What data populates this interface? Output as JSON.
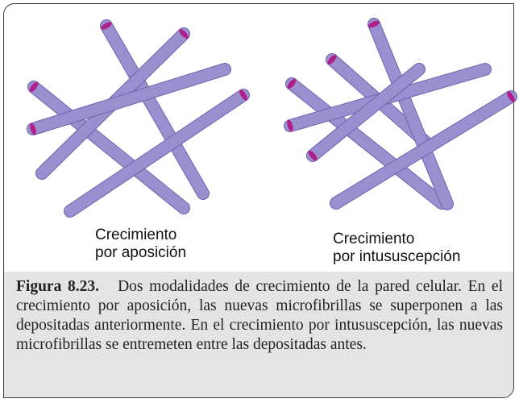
{
  "panels": [
    {
      "label_line1": "Crecimiento",
      "label_line2": "por  aposición"
    },
    {
      "label_line1": "Crecimiento",
      "label_line2": "por  intususcepción"
    }
  ],
  "caption": {
    "figure_label": "Figura 8.23.",
    "text": "Dos modalidades de crecimiento de la pared celular. En el crecimiento por aposición, las nuevas microfibrillas se superponen a las depositadas anteriormente. En el crecimiento por intususcepción, las nuevas microfibrillas se entremeten entre las depositadas antes."
  },
  "colors": {
    "fibril_fill": "#9a90d0",
    "fibril_edge": "#6e62ad",
    "fibril_end": "#b01e8a",
    "caption_background": "#e4e4e4"
  }
}
